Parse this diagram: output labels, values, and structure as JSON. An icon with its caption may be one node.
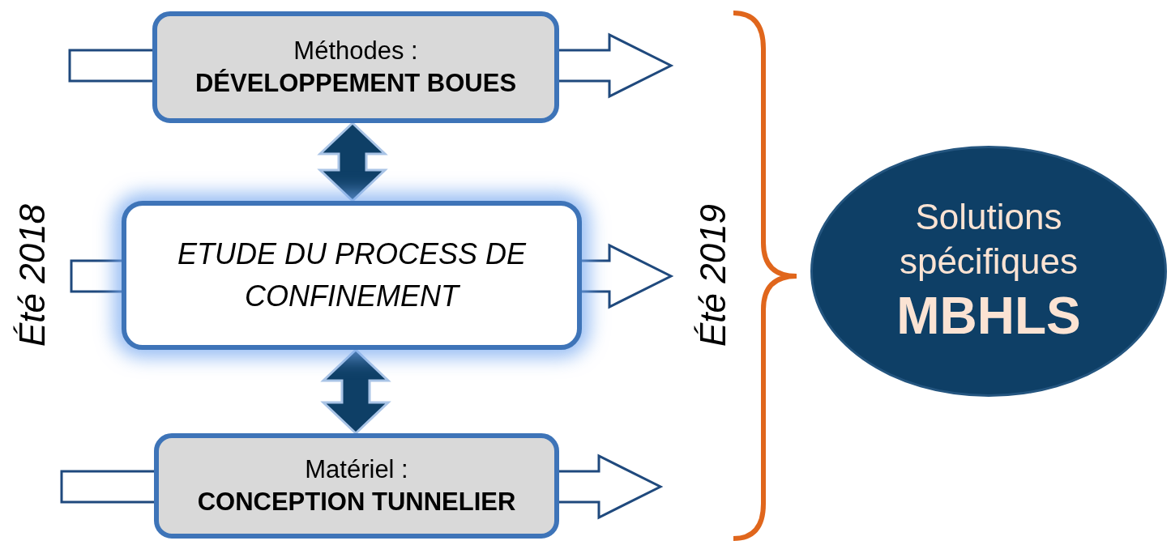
{
  "diagram": {
    "nodes": [
      {
        "text": [
          "Méthodes :",
          "DÉVELOPPEMENT BOUES"
        ]
      },
      {
        "text": [
          "ETUDE DU PROCESS DE CONFINEMENT"
        ]
      },
      {
        "text": [
          "Matériel :",
          "CONCEPTION TUNNELIER"
        ]
      },
      {
        "text": [
          "Solutions spécifiques",
          "MBHLS"
        ]
      }
    ],
    "edges": [
      {
        "from": null,
        "to": 0,
        "arrow": "none"
      },
      {
        "from": 0,
        "to": null,
        "arrow": "to"
      },
      {
        "from": null,
        "to": 1,
        "arrow": "none"
      },
      {
        "from": 1,
        "to": null,
        "arrow": "to"
      },
      {
        "from": null,
        "to": 2,
        "arrow": "none"
      },
      {
        "from": 2,
        "to": null,
        "arrow": "to"
      },
      {
        "from": 0,
        "to": 1,
        "arrow": "both",
        "style": "thick",
        "color": "#0e3f66"
      },
      {
        "from": 1,
        "to": 2,
        "arrow": "both",
        "style": "thick",
        "color": "#0e3f66"
      }
    ],
    "labels": [
      "Été 2018",
      "Été 2019"
    ]
  }
}
